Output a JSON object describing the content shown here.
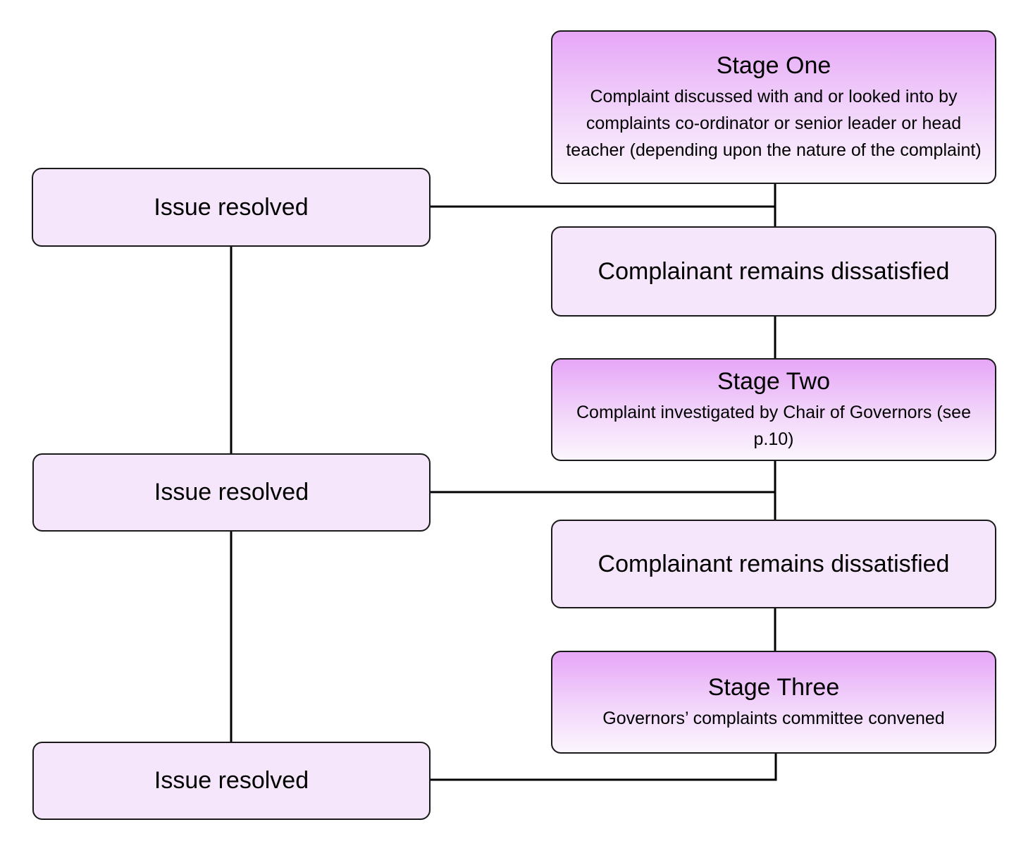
{
  "stages": [
    {
      "title": "Stage One",
      "description": "Complaint discussed with and or looked into by complaints co-ordinator or senior leader or head teacher (depending upon the nature of the complaint)"
    },
    {
      "title": "Stage Two",
      "description": "Complaint investigated by Chair of Governors (see p.10)"
    },
    {
      "title": "Stage Three",
      "description": "Governors’ complaints committee convened"
    }
  ],
  "dissatisfied": [
    {
      "label": "Complainant remains dissatisfied"
    },
    {
      "label": "Complainant remains dissatisfied"
    }
  ],
  "resolved": [
    {
      "label": "Issue resolved"
    },
    {
      "label": "Issue resolved"
    },
    {
      "label": "Issue resolved"
    }
  ],
  "colors": {
    "stage_gradient_top": "#e6a6f7",
    "stage_gradient_bottom": "#fcf6fe",
    "light_box": "#f5e6fb",
    "border": "#1a1a1a",
    "connector": "#000000"
  }
}
